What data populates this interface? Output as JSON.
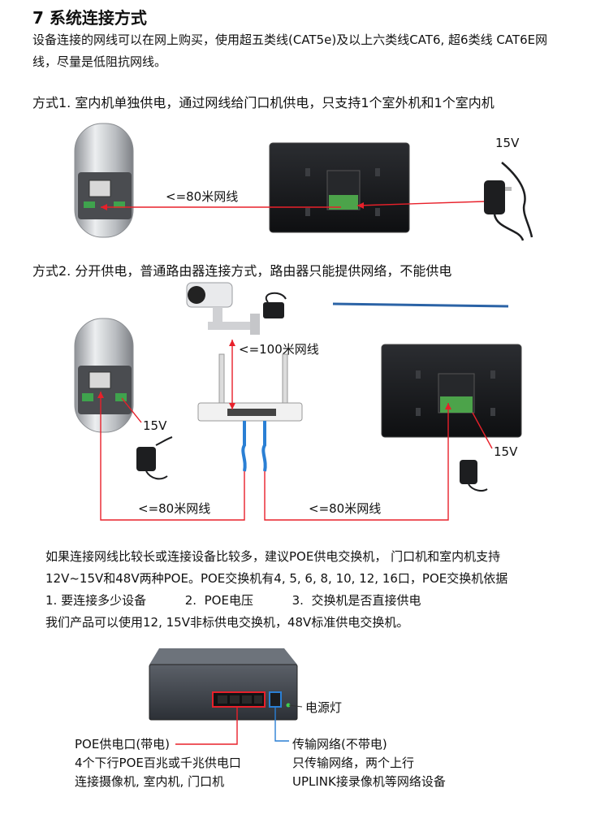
{
  "section_title": "7 系统连接方式",
  "intro": {
    "line1": "设备连接的网线可以在网上购买，使用超五类线(CAT5e)及以上六类线CAT6, 超6类线 CAT6E网",
    "line2": "线，尽量是低阻抗网线。"
  },
  "method1": {
    "heading": "方式1. 室内机单独供电，通过网线给门口机供电，只支持1个室外机和1个室内机",
    "cable_label": "<=80米网线",
    "power_label": "15V"
  },
  "method2": {
    "heading": "方式2.  分开供电，普通路由器连接方式，路由器只能提供网络，不能供电",
    "camera_cable_label": "<=100米网线",
    "outdoor_power_label": "15V",
    "indoor_power_label": "15V",
    "left_cable_label": "<=80米网线",
    "right_cable_label": "<=80米网线"
  },
  "poe": {
    "line1": "如果连接网线比较长或连接设备比较多，建议POE供电交换机， 门口机和室内机支持",
    "line2": "12V~15V和48V两种POE。POE交换机有4, 5, 6, 8, 10, 12, 16口，POE交换机依据",
    "line3": "1. 要连接多少设备          2.  POE电压          3.  交换机是否直接供电",
    "line4": "我们产品可以使用12, 15V非标供电交换机，48V标准供电交换机。"
  },
  "switch": {
    "power_light_label": "电源灯",
    "poe_port_title": "POE供电口(带电)",
    "poe_port_desc1": "4个下行POE百兆或千兆供电口",
    "poe_port_desc2": "连接摄像机, 室内机, 门口机",
    "uplink_title": "传输网络(不带电)",
    "uplink_desc1": "只传输网络，两个上行",
    "uplink_desc2": "UPLINK接录像机等网络设备"
  },
  "colors": {
    "wire_red": "#e8202a",
    "wire_blue": "#2a7fd4"
  }
}
